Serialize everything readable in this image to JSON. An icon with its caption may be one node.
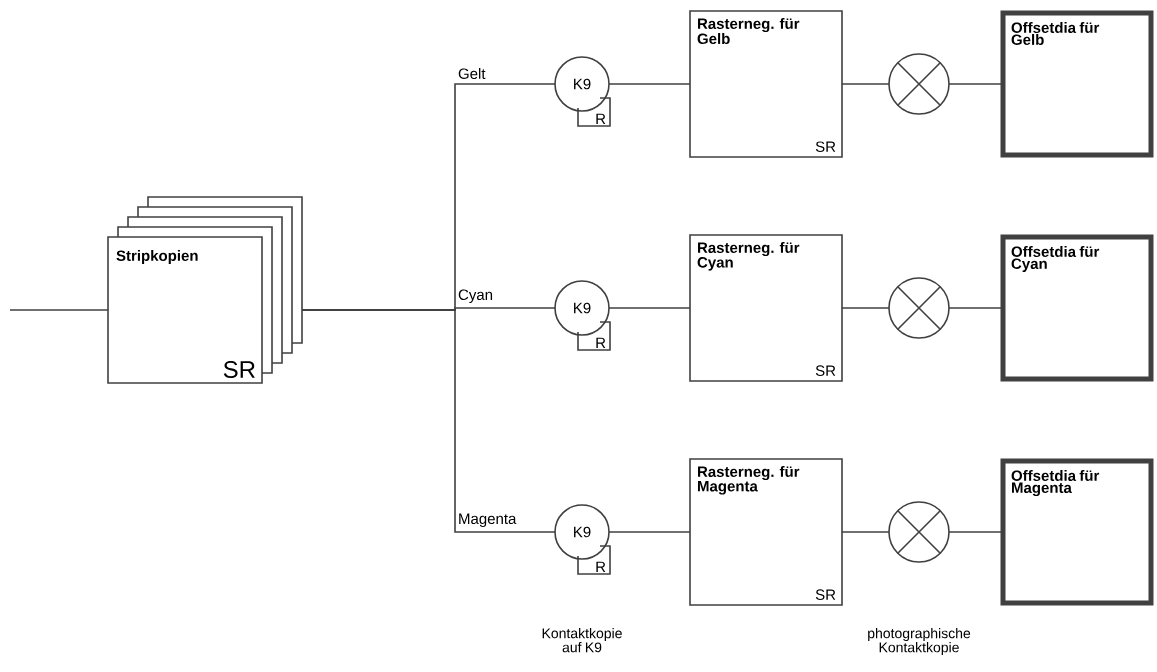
{
  "diagram": {
    "nodes": [
      {
        "text": [
          "Stripkopien",
          "SR"
        ]
      },
      {
        "text": [
          "K9"
        ]
      },
      {
        "text": [
          "R"
        ]
      },
      {
        "text": [
          "Rasterneg. für Gelb",
          "SR"
        ]
      },
      {
        "text": [],
        "shape": "circle"
      },
      {
        "text": [
          "Offsetdia für Gelb"
        ]
      },
      {
        "text": [
          "K9"
        ]
      },
      {
        "text": [
          "R"
        ]
      },
      {
        "text": [
          "Rasterneg. für Cyan",
          "SR"
        ]
      },
      {
        "text": [],
        "shape": "circle"
      },
      {
        "text": [
          "Offsetdia für Cyan"
        ]
      },
      {
        "text": [
          "K9"
        ]
      },
      {
        "text": [
          "R"
        ]
      },
      {
        "text": [
          "Rasterneg. für Magenta",
          "SR"
        ]
      },
      {
        "text": [],
        "shape": "circle"
      },
      {
        "text": [
          "Offsetdia für Magenta"
        ]
      }
    ],
    "edges": [
      {
        "from": null,
        "to": 0,
        "arrow": "none"
      },
      {
        "from": 0,
        "to": 1,
        "arrow": "none",
        "label": "Gelt"
      },
      {
        "from": 0,
        "to": 6,
        "arrow": "none",
        "label": "Cyan"
      },
      {
        "from": 0,
        "to": 11,
        "arrow": "none",
        "label": "Magenta"
      },
      {
        "from": 1,
        "to": 3,
        "arrow": "none"
      },
      {
        "from": 3,
        "to": 4,
        "arrow": "none"
      },
      {
        "from": 4,
        "to": 5,
        "arrow": "none"
      },
      {
        "from": 6,
        "to": 8,
        "arrow": "none"
      },
      {
        "from": 8,
        "to": 9,
        "arrow": "none"
      },
      {
        "from": 9,
        "to": 10,
        "arrow": "none"
      },
      {
        "from": 11,
        "to": 13,
        "arrow": "none"
      },
      {
        "from": 13,
        "to": 14,
        "arrow": "none"
      },
      {
        "from": 14,
        "to": 15,
        "arrow": "none"
      }
    ],
    "labels": [
      "Kontaktkopie auf K9",
      "photographische Kontaktkopie"
    ]
  }
}
